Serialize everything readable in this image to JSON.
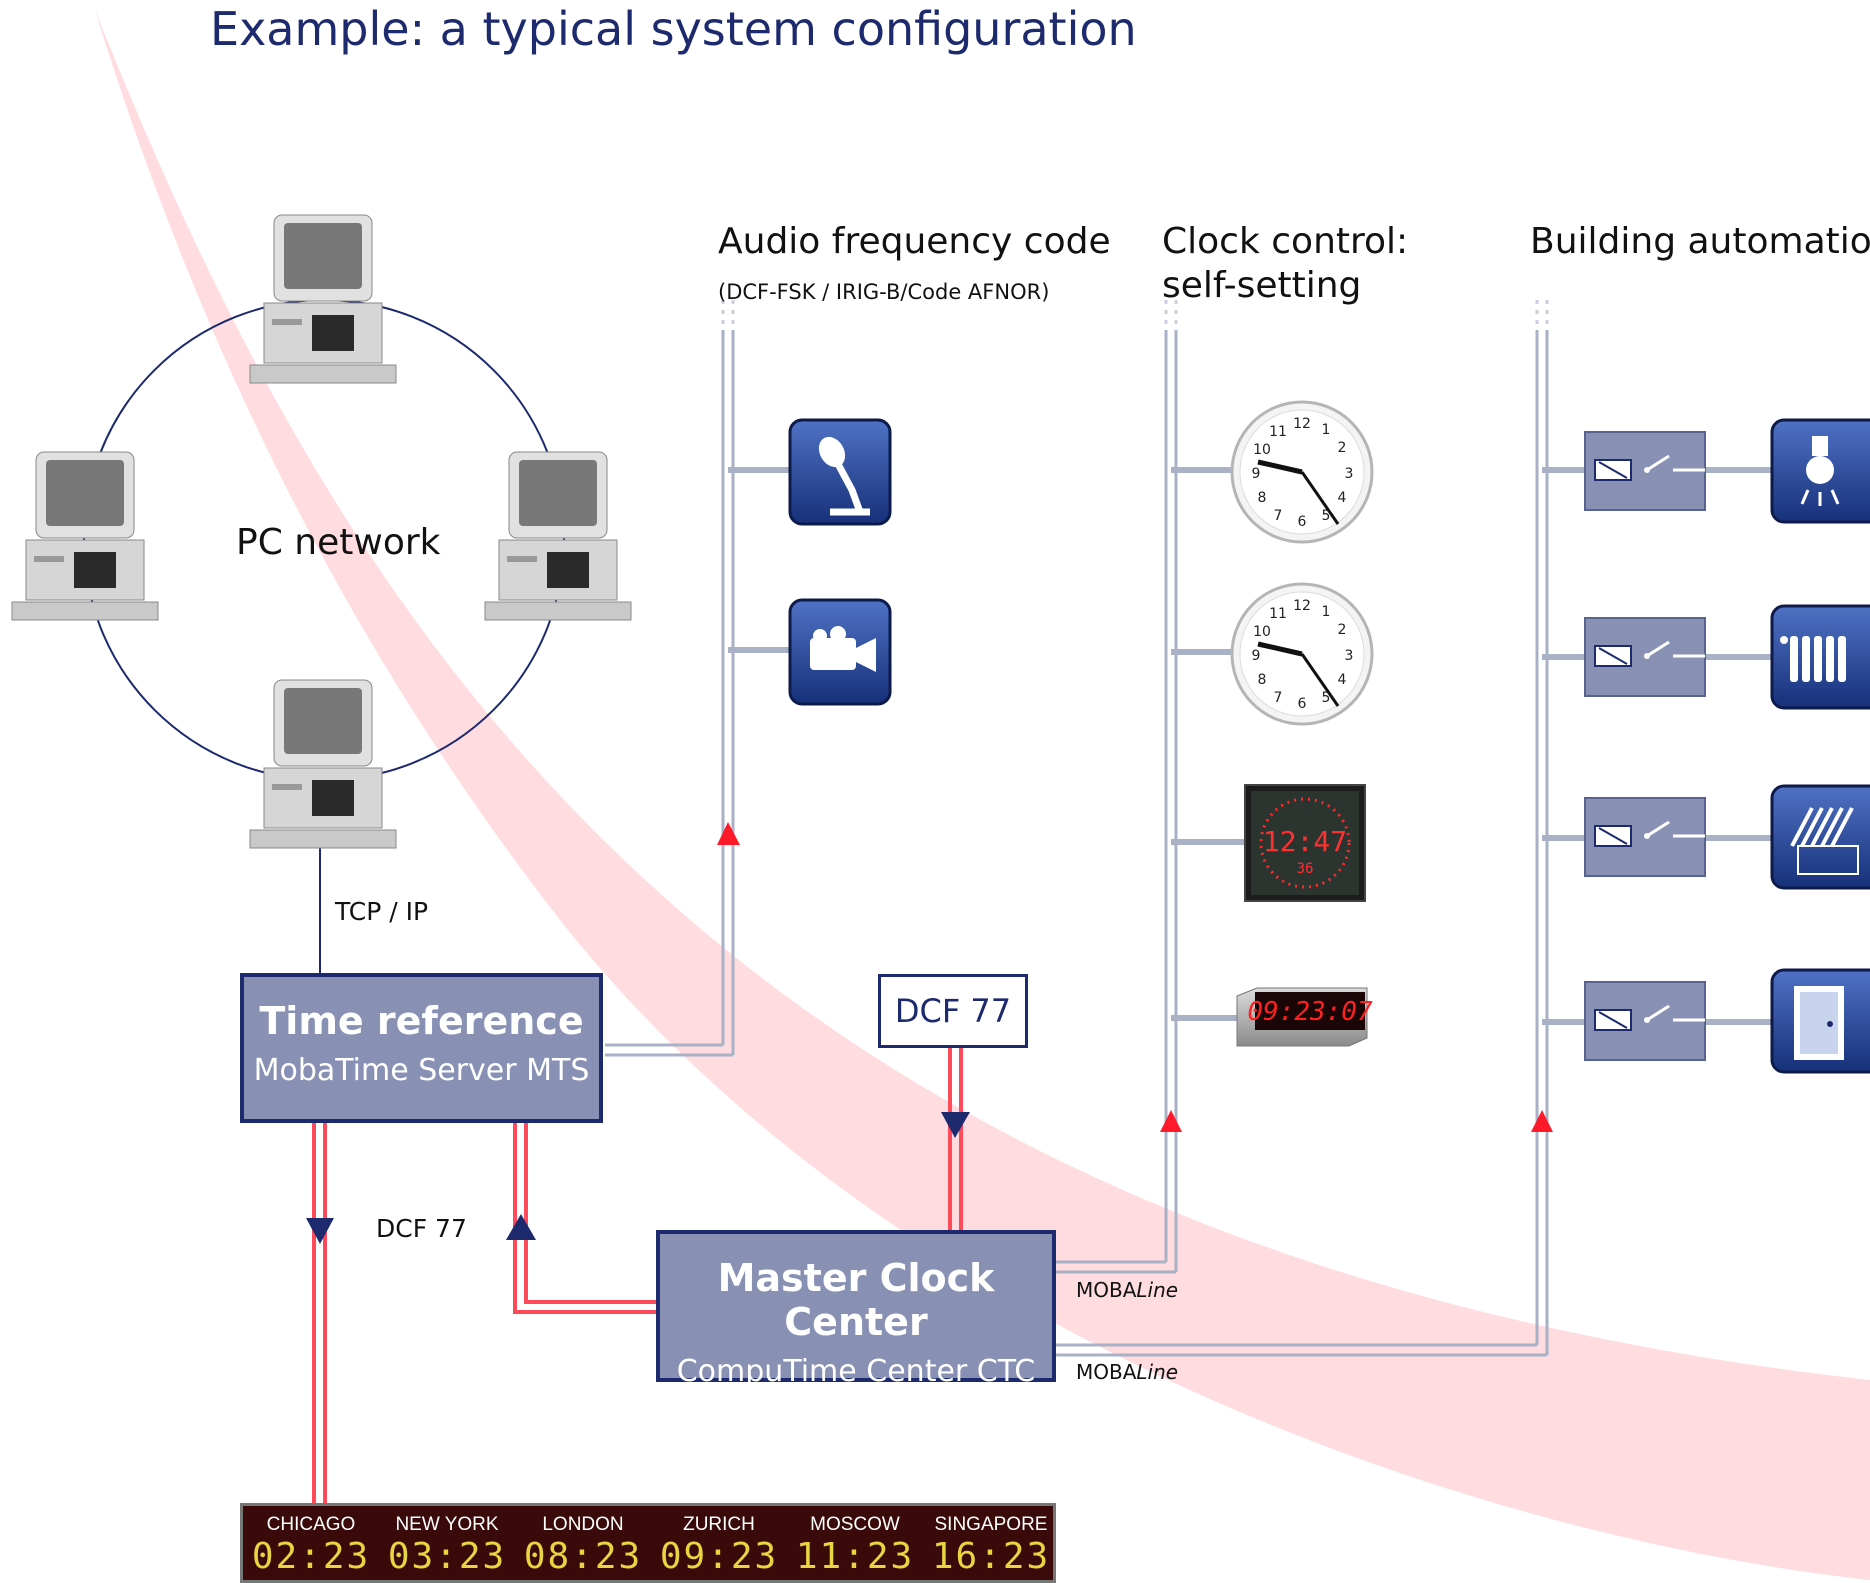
{
  "title": "Example: a typical system configuration",
  "columns": {
    "audio": {
      "title": "Audio frequency code",
      "subtitle": "(DCF-FSK / IRIG-B/Code AFNOR)"
    },
    "clock": {
      "title_line1": "Clock control:",
      "title_line2": "self-setting"
    },
    "building": {
      "title": "Building automation"
    }
  },
  "pc_network": {
    "label": "PC network"
  },
  "links": {
    "tcpip": "TCP / IP",
    "dcf_left": "DCF 77",
    "mobaline_prefix": "MOBA",
    "mobaline_suffix": "Line"
  },
  "time_reference": {
    "title": "Time reference",
    "subtitle": "MobaTime Server MTS"
  },
  "master_clock": {
    "title": "Master Clock Center",
    "subtitle": "CompuTime Center CTC"
  },
  "dcf_box": "DCF 77",
  "digital_clock": {
    "time": "12:47",
    "seconds": "36"
  },
  "led_clock": {
    "time": "09:23:07"
  },
  "world_clock": [
    {
      "city": "CHICAGO",
      "time": "02:23"
    },
    {
      "city": "NEW YORK",
      "time": "03:23"
    },
    {
      "city": "LONDON",
      "time": "08:23"
    },
    {
      "city": "ZURICH",
      "time": "09:23"
    },
    {
      "city": "MOSCOW",
      "time": "11:23"
    },
    {
      "city": "SINGAPORE",
      "time": "16:23"
    }
  ],
  "icons": {
    "audio_devices": [
      "microphone-icon",
      "video-camera-icon"
    ],
    "building_devices": [
      "light-bulb-icon",
      "radiator-icon",
      "blinds-icon",
      "door-icon"
    ]
  },
  "colors": {
    "navy": "#1d2a6e",
    "box_fill": "#8890b4",
    "signal_red": "#ff4a5a",
    "bus_grey": "#a9b1c6",
    "swoosh": "#ffd6da"
  }
}
